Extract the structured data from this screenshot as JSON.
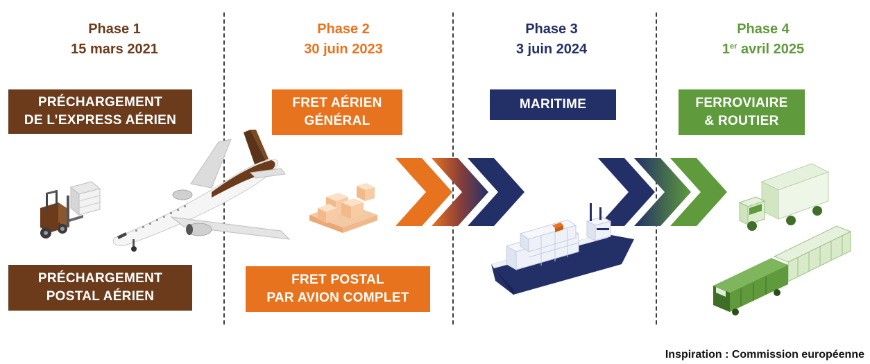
{
  "colors": {
    "phase1": "#6b3b1c",
    "phase2": "#e8731e",
    "phase3": "#233068",
    "phase4": "#5f9a3c"
  },
  "phases": [
    {
      "title": "Phase 1",
      "date": "15 mars 2021"
    },
    {
      "title": "Phase 2",
      "date": "30 juin 2023"
    },
    {
      "title": "Phase 3",
      "date": "3 juin 2024"
    },
    {
      "title": "Phase 4",
      "date_main": "1",
      "date_sup": "er",
      "date_rest": " avril 2025"
    }
  ],
  "labels": {
    "express_air": "PRÉCHARGEMENT\nDE L’EXPRESS AÉRIEN",
    "postal_air": "PRÉCHARGEMENT\nPOSTAL AÉRIEN",
    "general_air_freight": "FRET AÉRIEN\nGÉNÉRAL",
    "postal_freight": "FRET POSTAL\nPAR AVION COMPLET",
    "maritime": "MARITIME",
    "rail_road": "FERROVIAIRE\n& ROUTIER"
  },
  "icons": [
    "forklift-icon",
    "airplane-icon",
    "parcels-icon",
    "chevrons-icon",
    "cargo-ship-icon",
    "truck-icon",
    "train-icon"
  ],
  "credit": "Inspiration : Commission européenne"
}
